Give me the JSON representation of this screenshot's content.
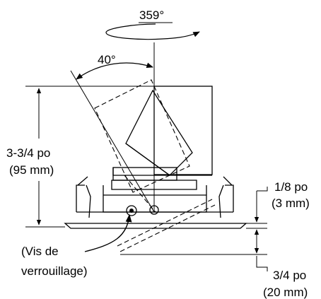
{
  "labels": {
    "rotation_pan": "359°",
    "rotation_tilt": "40°",
    "height_imperial": "3-3/4 po",
    "height_metric": "(95 mm)",
    "flange_imperial": "1/8 po",
    "flange_metric": "(3 mm)",
    "drop_imperial": "3/4 po",
    "drop_metric": "(20 mm)",
    "screw_line1": "(Vis de",
    "screw_line2": "verrouillage)"
  },
  "values": {
    "pan_degrees": 359,
    "tilt_degrees": 40
  },
  "colors": {
    "line": "#000000",
    "background": "#ffffff"
  }
}
